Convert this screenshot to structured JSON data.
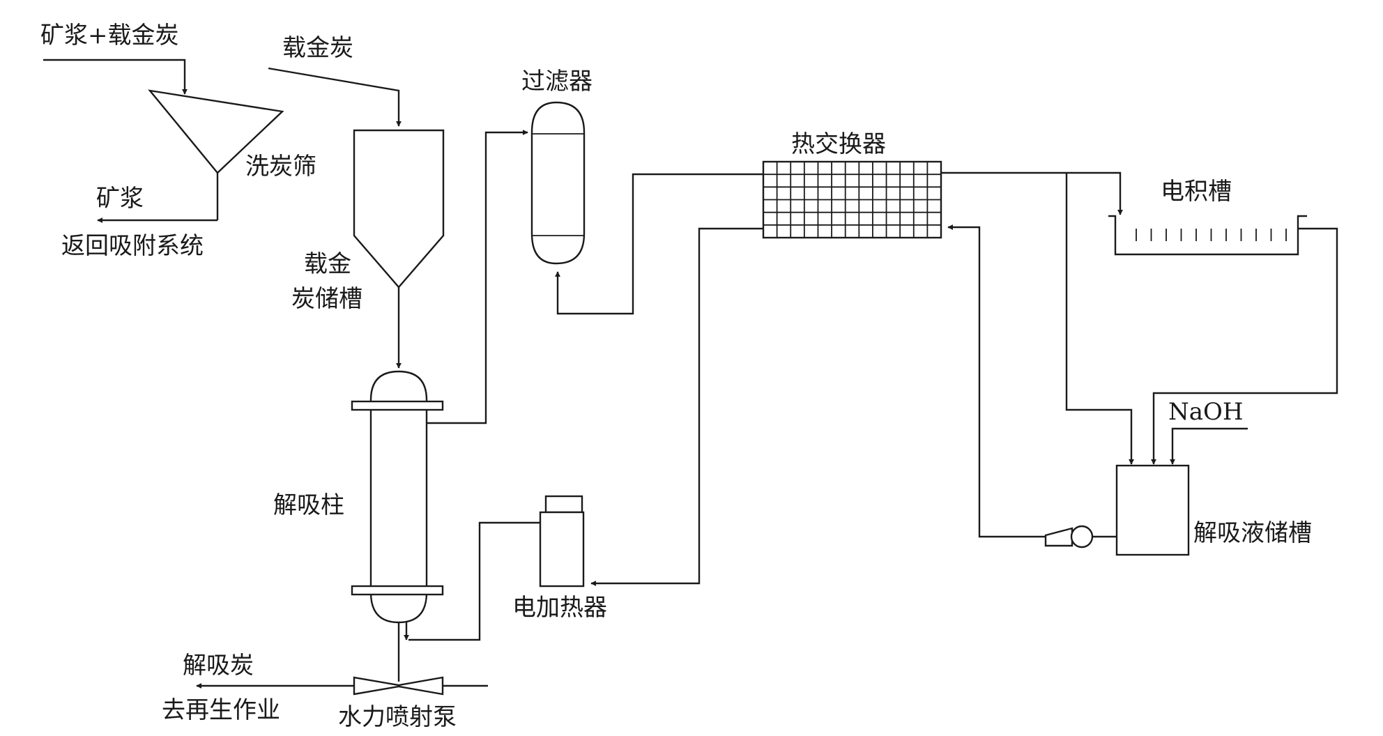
{
  "labels": {
    "slurry_loaded_carbon": "矿浆+载金炭",
    "loaded_carbon_in": "载金炭",
    "carbon_screen": "洗炭筛",
    "slurry": "矿浆",
    "return_adsorption": "返回吸附系统",
    "storage_tank_line1": "载金",
    "storage_tank_line2": "炭储槽",
    "filter": "过滤器",
    "heat_exchanger": "热交换器",
    "electrowinning_cell": "电积槽",
    "desorption_column": "解吸柱",
    "naoh": "NaOH",
    "solution_tank": "解吸液储槽",
    "electric_heater": "电加热器",
    "stripped_carbon": "解吸炭",
    "to_regeneration": "去再生作业",
    "water_jet_pump": "水力喷射泵"
  }
}
